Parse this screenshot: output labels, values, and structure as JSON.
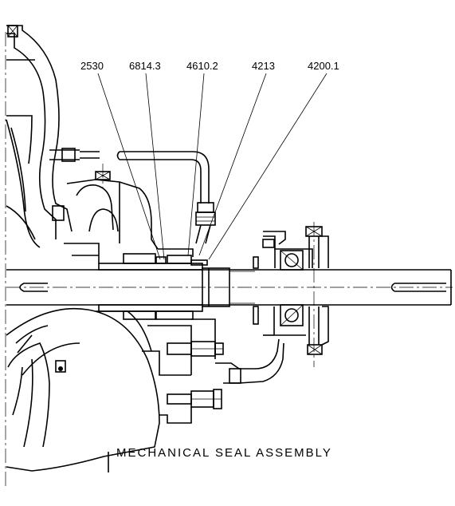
{
  "drawing": {
    "callouts": [
      {
        "label": "2530"
      },
      {
        "label": "6814.3"
      },
      {
        "label": "4610.2"
      },
      {
        "label": "4213"
      },
      {
        "label": "4200.1"
      }
    ],
    "footer_text": "MECHANICAL SEAL ASSEMBLY"
  }
}
